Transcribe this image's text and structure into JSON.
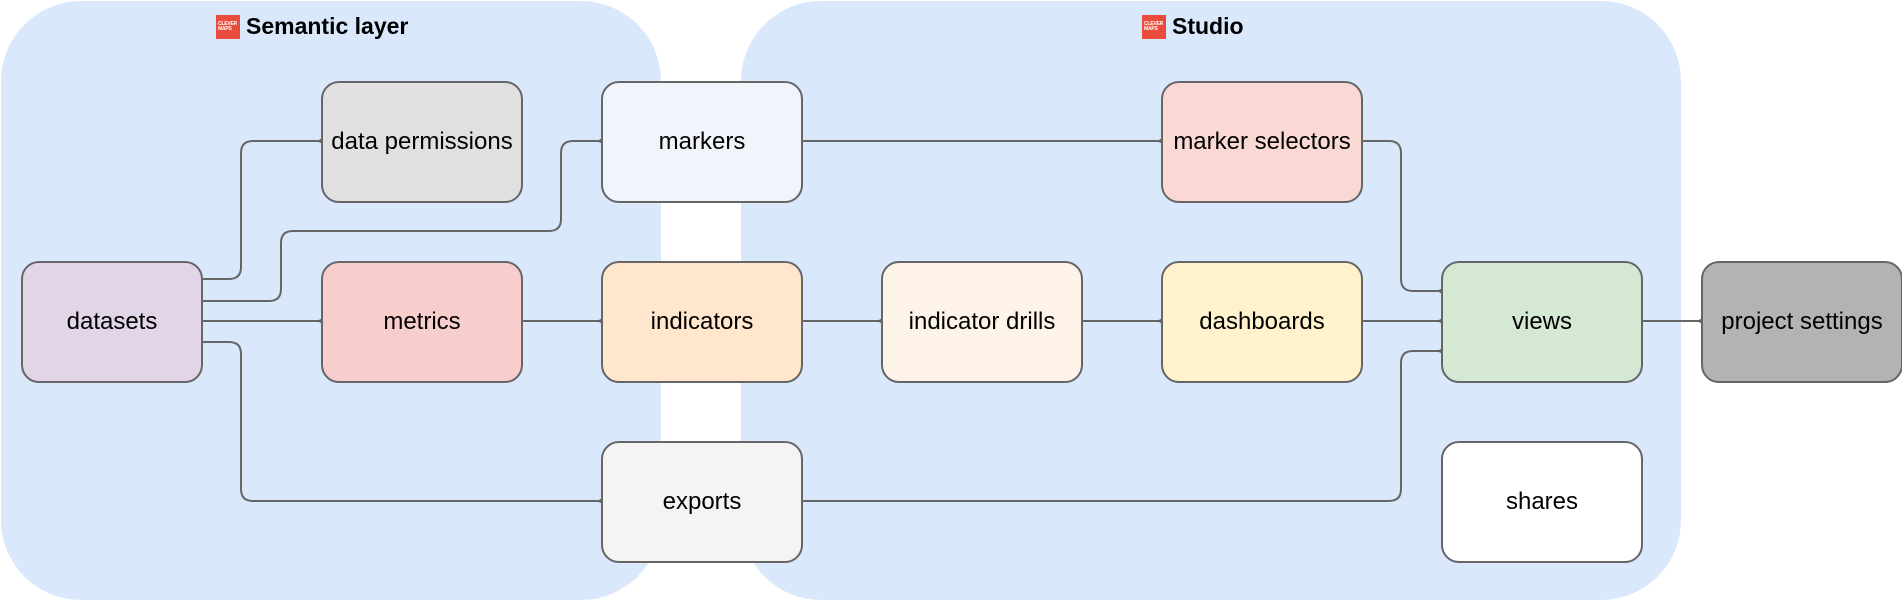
{
  "groups": {
    "semantic": {
      "title": "Semantic layer",
      "logo_text": [
        "CLEVER",
        "MAPS"
      ]
    },
    "studio": {
      "title": "Studio",
      "logo_text": [
        "CLEVER",
        "MAPS"
      ]
    }
  },
  "colors": {
    "group_fill": "#dae8fc",
    "stroke": "#666666",
    "logo": "#e94b3c"
  },
  "nodes": [
    {
      "id": "datasets",
      "label": "datasets",
      "fill": "#e1d5e7",
      "group": "semantic"
    },
    {
      "id": "data-permissions",
      "label": "data permissions",
      "fill": "#e0e0e0",
      "group": "semantic"
    },
    {
      "id": "metrics",
      "label": "metrics",
      "fill": "#f8cecc",
      "group": "semantic"
    },
    {
      "id": "markers",
      "label": "markers",
      "fill": "#f1f5fb",
      "group": "border"
    },
    {
      "id": "indicators",
      "label": "indicators",
      "fill": "#ffe6cc",
      "group": "border"
    },
    {
      "id": "exports",
      "label": "exports",
      "fill": "#f4f4f4",
      "group": "border"
    },
    {
      "id": "indicator-drills",
      "label": "indicator drills",
      "fill": "#fdf3e8",
      "group": "studio"
    },
    {
      "id": "marker-selectors",
      "label": "marker selectors",
      "fill": "#fad9d5",
      "group": "studio"
    },
    {
      "id": "dashboards",
      "label": "dashboards",
      "fill": "#fff2cc",
      "group": "studio"
    },
    {
      "id": "views",
      "label": "views",
      "fill": "#d5e8d4",
      "group": "studio"
    },
    {
      "id": "shares",
      "label": "shares",
      "fill": "#ffffff",
      "group": "studio"
    },
    {
      "id": "project-settings",
      "label": "project settings",
      "fill": "#b3b3b3",
      "group": "none"
    }
  ],
  "edges": [
    {
      "from": "data-permissions",
      "to": "datasets"
    },
    {
      "from": "markers",
      "to": "datasets"
    },
    {
      "from": "metrics",
      "to": "datasets"
    },
    {
      "from": "exports",
      "to": "datasets"
    },
    {
      "from": "indicators",
      "to": "metrics"
    },
    {
      "from": "marker-selectors",
      "to": "markers"
    },
    {
      "from": "indicator-drills",
      "to": "indicators"
    },
    {
      "from": "dashboards",
      "to": "indicator-drills"
    },
    {
      "from": "views",
      "to": "marker-selectors"
    },
    {
      "from": "views",
      "to": "dashboards"
    },
    {
      "from": "views",
      "to": "exports"
    },
    {
      "from": "project-settings",
      "to": "views"
    }
  ]
}
